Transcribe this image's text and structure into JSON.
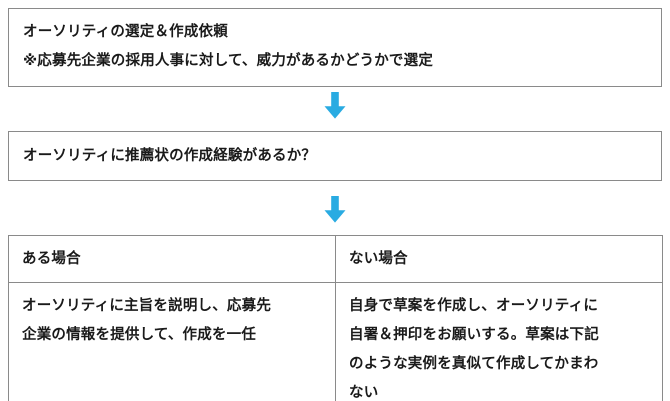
{
  "theme": {
    "background": "#ffffff",
    "text_color": "#1a1a1a",
    "border_color": "#8a8a8a",
    "arrow_color": "#29abe2"
  },
  "flow": {
    "step_requirement": {
      "lines": [
        "オーソリティの選定＆作成依頼",
        "※応募先企業の採用人事に対して、威力があるかどうかで選定"
      ]
    },
    "connector_one": {
      "icon": "arrow-down-icon"
    },
    "step_question": {
      "lines": [
        "オーソリティに推薦状の作成経験があるか？"
      ]
    },
    "connector_two": {
      "icon": "arrow-down-icon"
    },
    "outcome_table": {
      "headers": [
        "ある場合",
        "ない場合"
      ],
      "cells": [
        {
          "lines": [
            "オーソリティに主旨を説明し、応募先",
            "企業の情報を提供して、作成を一任"
          ]
        },
        {
          "lines": [
            "自身で草案を作成し、オーソリティに",
            "自署＆押印をお願いする。草案は下記",
            "のような実例を真似て作成してかまわ",
            "ない"
          ]
        }
      ]
    }
  }
}
